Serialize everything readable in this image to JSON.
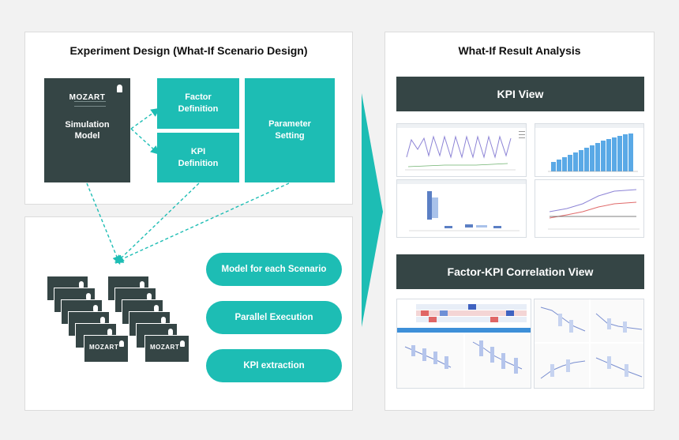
{
  "left_panel": {
    "title": "Experiment Design (What-If Scenario Design)",
    "simulation_model": {
      "logo_text": "MOZART",
      "label_line1": "Simulation",
      "label_line2": "Model"
    },
    "factor_definition": {
      "line1": "Factor",
      "line2": "Definition"
    },
    "kpi_definition": {
      "line1": "KPI",
      "line2": "Definition"
    },
    "parameter_setting": {
      "line1": "Parameter",
      "line2": "Setting"
    },
    "scenario_cards_logo": "MOZART",
    "steps": [
      "Model for each Scenario",
      "Parallel Execution",
      "KPI extraction"
    ]
  },
  "right_panel": {
    "title": "What-If Result Analysis",
    "kpi_view_label": "KPI View",
    "correlation_view_label": "Factor-KPI Correlation View"
  },
  "colors": {
    "teal": "#1dbdb4",
    "dark_slate": "#354545",
    "arrow": "#1dbdb4",
    "background": "#f2f2f2"
  },
  "icons": [
    "mozart-logo-icon",
    "flow-arrow-icon",
    "dashed-connector-icon"
  ]
}
